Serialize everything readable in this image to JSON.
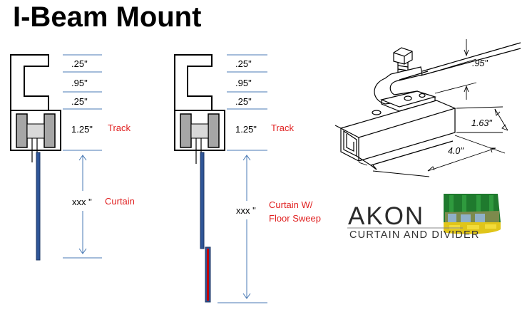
{
  "title": "I-Beam Mount",
  "diagram_left": {
    "dims": [
      ".25\"",
      ".95\"",
      ".25\"",
      "1.25\"",
      "xxx \""
    ],
    "labels": {
      "track": "Track",
      "curtain": "Curtain"
    }
  },
  "diagram_middle": {
    "dims": [
      ".25\"",
      ".95\"",
      ".25\"",
      "1.25\"",
      "xxx \""
    ],
    "labels": {
      "track": "Track",
      "curtain_line1": "Curtain W/",
      "curtain_line2": "Floor Sweep"
    }
  },
  "drawing_dims": [
    ".95\"",
    "1.63\"",
    "4.0\""
  ],
  "logo": {
    "name": "AKON",
    "tagline": "CURTAIN AND DIVIDER"
  },
  "colors": {
    "label_red": "#e02020",
    "dim_line_blue": "#4a7ab5",
    "curtain_blue": "#2f5597",
    "sweep_red": "#c00000"
  }
}
